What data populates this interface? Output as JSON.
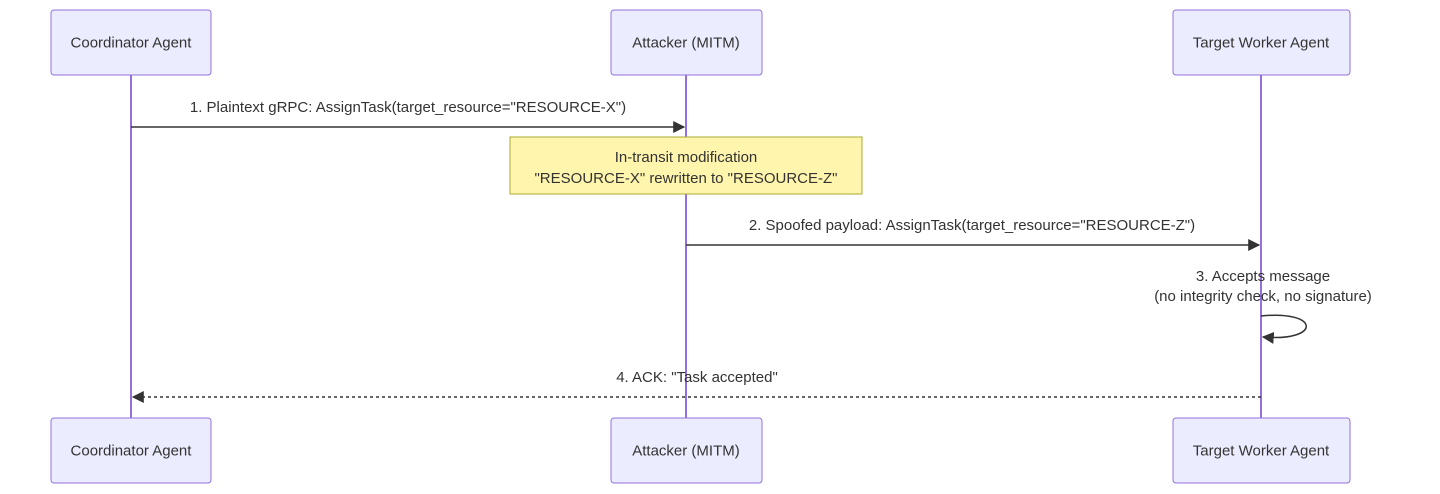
{
  "participants": [
    {
      "id": "coord",
      "label": "Coordinator Agent"
    },
    {
      "id": "attacker",
      "label": "Attacker (MITM)"
    },
    {
      "id": "worker",
      "label": "Target Worker Agent"
    }
  ],
  "messages": [
    {
      "from": "coord",
      "to": "attacker",
      "style": "solid",
      "label": "1. Plaintext gRPC: AssignTask(target_resource=\"RESOURCE-X\")"
    },
    {
      "from": "attacker",
      "to": "worker",
      "style": "solid",
      "label": "2. Spoofed payload: AssignTask(target_resource=\"RESOURCE-Z\")"
    },
    {
      "from": "worker",
      "to": "worker",
      "style": "solid",
      "label_lines": [
        "3. Accepts message",
        "(no integrity check, no signature)"
      ]
    },
    {
      "from": "worker",
      "to": "coord",
      "style": "dotted",
      "label": "4. ACK: \"Task accepted\""
    }
  ],
  "note": {
    "over": "attacker",
    "lines": [
      "In-transit modification",
      "\"RESOURCE-X\" rewritten to \"RESOURCE-Z\""
    ]
  },
  "colors": {
    "actor_fill": "#ECECFF",
    "actor_stroke": "#9370DB",
    "lifeline": "#9370DB",
    "note_fill": "#FFF5AD",
    "note_stroke": "#AAAA33",
    "text": "#333333"
  }
}
